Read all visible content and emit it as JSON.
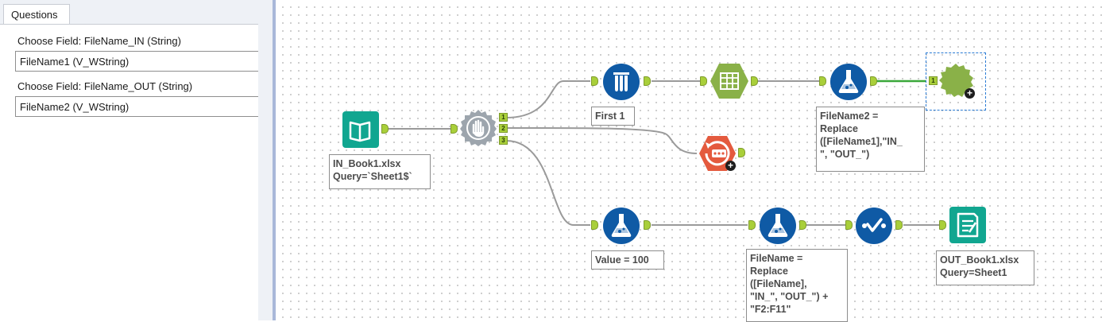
{
  "questions_panel": {
    "tab_label": "Questions",
    "items": [
      {
        "label": "Choose Field: FileName_IN (String)",
        "value": "FileName1 (V_WString)"
      },
      {
        "label": "Choose Field: FileName_OUT (String)",
        "value": "FileName2 (V_WString)"
      }
    ]
  },
  "canvas": {
    "annotations": {
      "input": "IN_Book1.xlsx\nQuery=`Sheet1$`",
      "sample": "First 1",
      "formula_top": "FileName2 =\nReplace\n([FileName1],\"IN_\n\", \"OUT_\")",
      "formula_value": "Value = 100",
      "formula_filename": "FileName =\nReplace\n([FileName],\n\"IN_\", \"OUT_\") +\n\"F2:F11\"",
      "output": "OUT_Book1.xlsx\nQuery=Sheet1"
    },
    "condition_anchors": [
      "1",
      "2",
      "3"
    ],
    "colors": {
      "input_teal": "#11a690",
      "output_teal": "#11a690",
      "blue_tool": "#0f5aa5",
      "green_tool": "#8ab148",
      "red_tool": "#e45a3e",
      "grey_tool": "#9da5ad",
      "anchor_green": "#a9cf3a",
      "wire_grey": "#9a9a9a",
      "wire_selected": "#3aa83a"
    },
    "icons": {
      "input": "book-icon",
      "test": "hand-gear-icon",
      "sample": "test-tubes-icon",
      "text_input": "table-icon",
      "formula": "flask-icon",
      "macro_output": "cloud-icon",
      "directory": "loop-icon",
      "select": "check-icon",
      "output": "notebook-icon"
    }
  }
}
